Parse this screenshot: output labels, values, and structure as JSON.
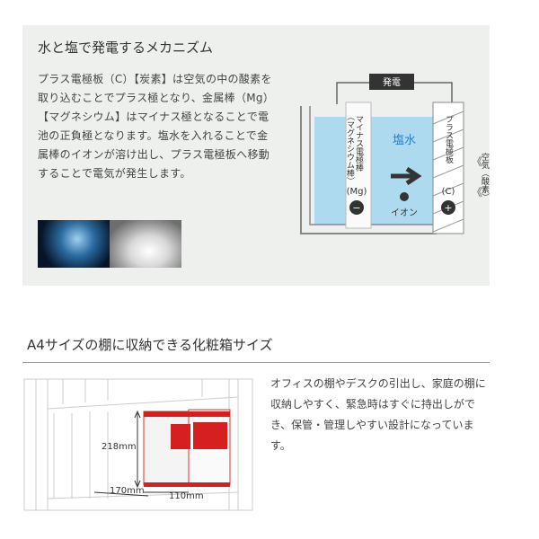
{
  "mechanism": {
    "title": "水と塩で発電するメカニズム",
    "body": "プラス電極板（C）【炭素】は空気の中の酸素を取り込むことでプラス極となり、金属棒（Mg）【マグネシウム】はマイナス極となることで電池の正負極となります。塩水を入れることで金属棒のイオンが溶け出し、プラス電極板へ移動することで電気が発生します。",
    "diagram": {
      "generation": "発電",
      "salt_water": "塩水",
      "minus_electrode": "マイナス電極棒",
      "minus_sub": "（マグネシウム棒）",
      "mg": "(Mg)",
      "minus": "−",
      "ion": "イオン",
      "plus_electrode": "プラス電極板",
      "c": "(C)",
      "plus": "+",
      "air": "空気（酸素）",
      "air_arrow": "《"
    }
  },
  "size": {
    "title": "A4サイズの棚に収納できる化粧箱サイズ",
    "height": "218mm",
    "width": "110mm",
    "depth": "170mm",
    "description": "オフィスの棚やデスクの引出し、家庭の棚に収納しやすく、緊急時はすぐに持出しができ、保管・管理しやすい設計になっています。"
  }
}
